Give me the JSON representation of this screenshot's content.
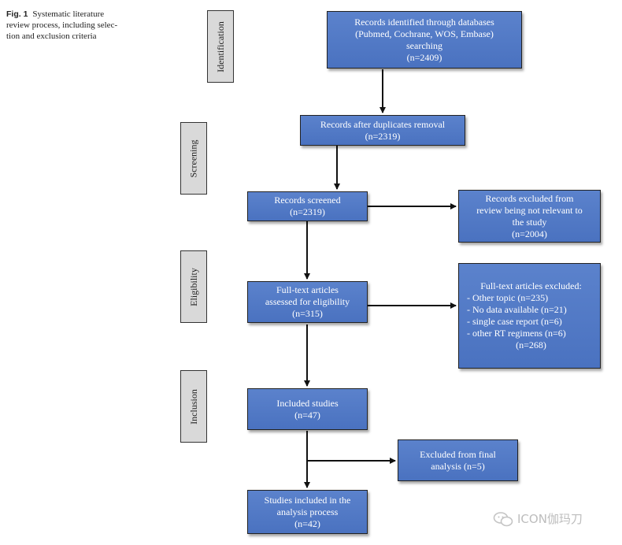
{
  "caption": {
    "figure_label": "Fig. 1",
    "lines": [
      "Systematic literature",
      "review process, including selec-",
      "tion and exclusion criteria"
    ]
  },
  "stages": {
    "identification": "Identification",
    "screening": "Screening",
    "eligibility": "Eligibility",
    "inclusion": "Inclusion"
  },
  "boxes": {
    "identified": [
      "Records identified through databases",
      "(Pubmed, Cochrane, WOS, Embase)",
      "searching",
      "(n=2409)"
    ],
    "duplicates": [
      "Records after duplicates removal",
      "(n=2319)"
    ],
    "screened": [
      "Records screened",
      "(n=2319)"
    ],
    "excluded_review": [
      "Records excluded from",
      "review being not relevant to",
      "the study",
      "(n=2004)"
    ],
    "fulltext": [
      "Full-text articles",
      "assessed for eligibility",
      "(n=315)"
    ],
    "fulltext_excluded": {
      "title": "Full-text articles excluded:",
      "items": [
        "- Other topic (n=235)",
        "- No data available (n=21)",
        "- single case report (n=6)",
        "- other RT regimens (n=6)"
      ],
      "total": "(n=268)"
    },
    "included": [
      "Included studies",
      "(n=47)"
    ],
    "excluded_final": [
      "Excluded from final",
      "analysis (n=5)"
    ],
    "final": [
      "Studies included in the",
      "analysis process",
      "(n=42)"
    ]
  },
  "watermark": {
    "text": "ICON伽玛刀",
    "icon": "wechat-icon"
  },
  "colors": {
    "box_fill": "#4f78c6",
    "box_border": "#222222",
    "stage_fill": "#d9d9d9",
    "arrow": "#111111"
  }
}
